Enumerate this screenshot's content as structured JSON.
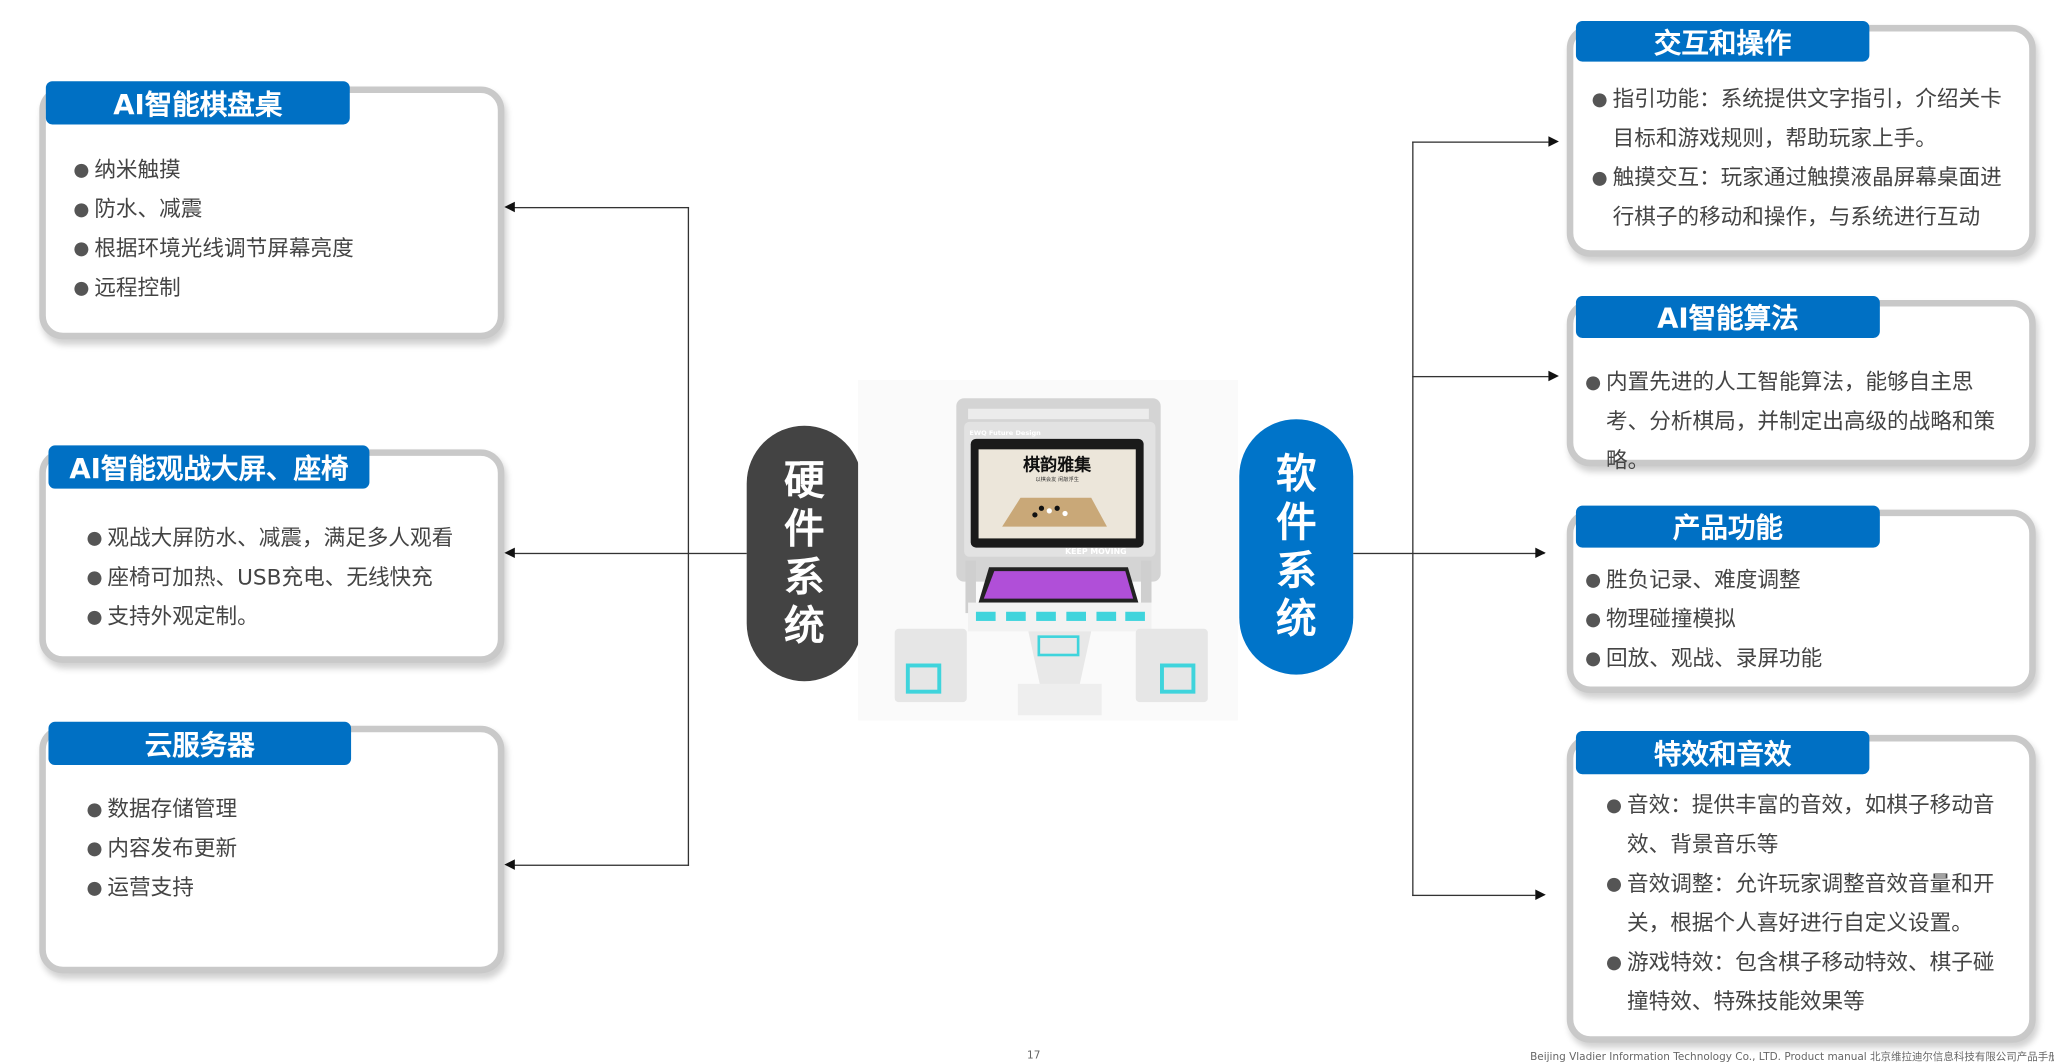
{
  "hardware": {
    "label_chars": [
      "硬",
      "件",
      "系",
      "统"
    ],
    "boxes": [
      {
        "title": "AI智能棋盘桌",
        "items": [
          "纳米触摸",
          "防水、减震",
          "根据环境光线调节屏幕亮度",
          "远程控制"
        ]
      },
      {
        "title": "AI智能观战大屏、座椅",
        "items": [
          "观战大屏防水、减震，满足多人观看",
          "座椅可加热、USB充电、无线快充",
          "支持外观定制。"
        ]
      },
      {
        "title": "云服务器",
        "items": [
          "数据存储管理",
          "内容发布更新",
          "运营支持"
        ]
      }
    ]
  },
  "software": {
    "label_chars": [
      "软",
      "件",
      "系",
      "统"
    ],
    "boxes": [
      {
        "title": "交互和操作",
        "items": [
          "指引功能：系统提供文字指引，介绍关卡目标和游戏规则，帮助玩家上手。",
          "触摸交互：玩家通过触摸液晶屏幕桌面进行棋子的移动和操作，与系统进行互动"
        ]
      },
      {
        "title": "AI智能算法",
        "items": [
          "内置先进的人工智能算法，能够自主思考、分析棋局，并制定出高级的战略和策略。"
        ]
      },
      {
        "title": "产品功能",
        "items": [
          "胜负记录、难度调整",
          "物理碰撞模拟",
          "回放、观战、录屏功能"
        ]
      },
      {
        "title": "特效和音效",
        "items": [
          "音效：提供丰富的音效，如棋子移动音效、背景音乐等",
          "音效调整：允许玩家调整音效音量和开关，根据个人喜好进行自定义设置。",
          "游戏特效：包含棋子移动特效、棋子碰撞特效、特殊技能效果等"
        ]
      }
    ]
  },
  "device": {
    "brand": "EWQ Future Design",
    "screen_title": "棋韵雅集",
    "screen_subtitle": "以棋会友 闲敲浮生",
    "slogan": "KEEP MOVING"
  },
  "footer": {
    "page_number": "17",
    "company": "Beijing Vladier Information Technology Co., LTD. Product manual 北京维拉迪尔信息科技有限公司产品手册"
  },
  "colors": {
    "accent": "#0070c4",
    "hardware_pill": "#434343",
    "software_pill": "#0074c9"
  }
}
